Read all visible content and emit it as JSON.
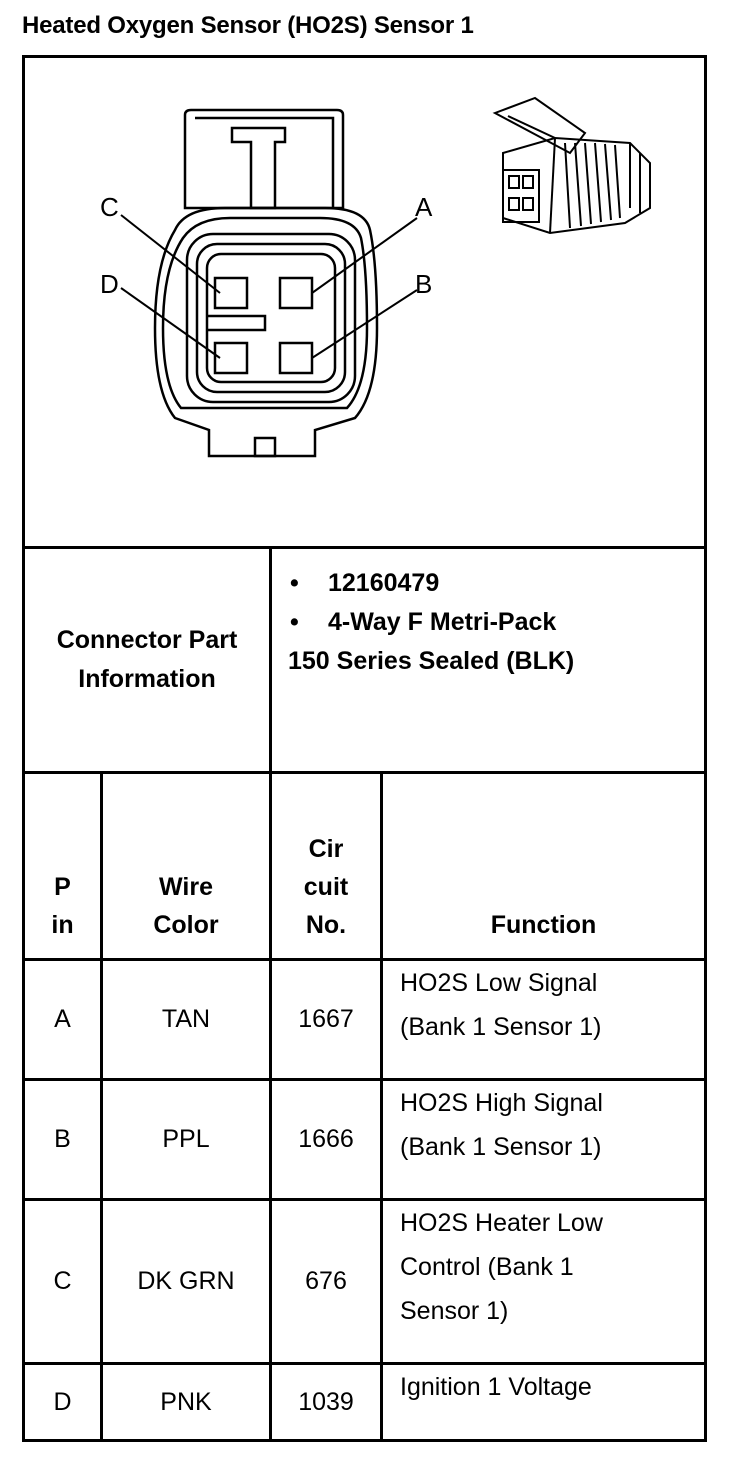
{
  "title": "Heated Oxygen Sensor (HO2S) Sensor 1",
  "diagram": {
    "labels": {
      "a": "A",
      "b": "B",
      "c": "C",
      "d": "D"
    }
  },
  "connector_info": {
    "label_line1": "Connector Part",
    "label_line2": "Information",
    "bullet": "•",
    "part_number": "12160479",
    "description_line1": "4-Way F Metri-Pack",
    "description_line2": "150 Series Sealed (BLK)"
  },
  "table": {
    "headers": {
      "pin_line1": "P",
      "pin_line2": "in",
      "wire_line1": "Wire",
      "wire_line2": "Color",
      "circuit_line1": "Cir",
      "circuit_line2": "cuit",
      "circuit_line3": "No.",
      "function": "Function"
    },
    "rows": [
      {
        "pin": "A",
        "wire": "TAN",
        "circuit": "1667",
        "function_lines": [
          "HO2S Low Signal",
          "(Bank 1 Sensor 1)"
        ]
      },
      {
        "pin": "B",
        "wire": "PPL",
        "circuit": "1666",
        "function_lines": [
          "HO2S High Signal",
          "(Bank 1 Sensor 1)"
        ]
      },
      {
        "pin": "C",
        "wire": "DK GRN",
        "circuit": "676",
        "function_lines": [
          "HO2S Heater Low",
          "Control (Bank 1",
          "Sensor 1)"
        ]
      },
      {
        "pin": "D",
        "wire": "PNK",
        "circuit": "1039",
        "function_lines": [
          "Ignition 1 Voltage"
        ]
      }
    ]
  }
}
